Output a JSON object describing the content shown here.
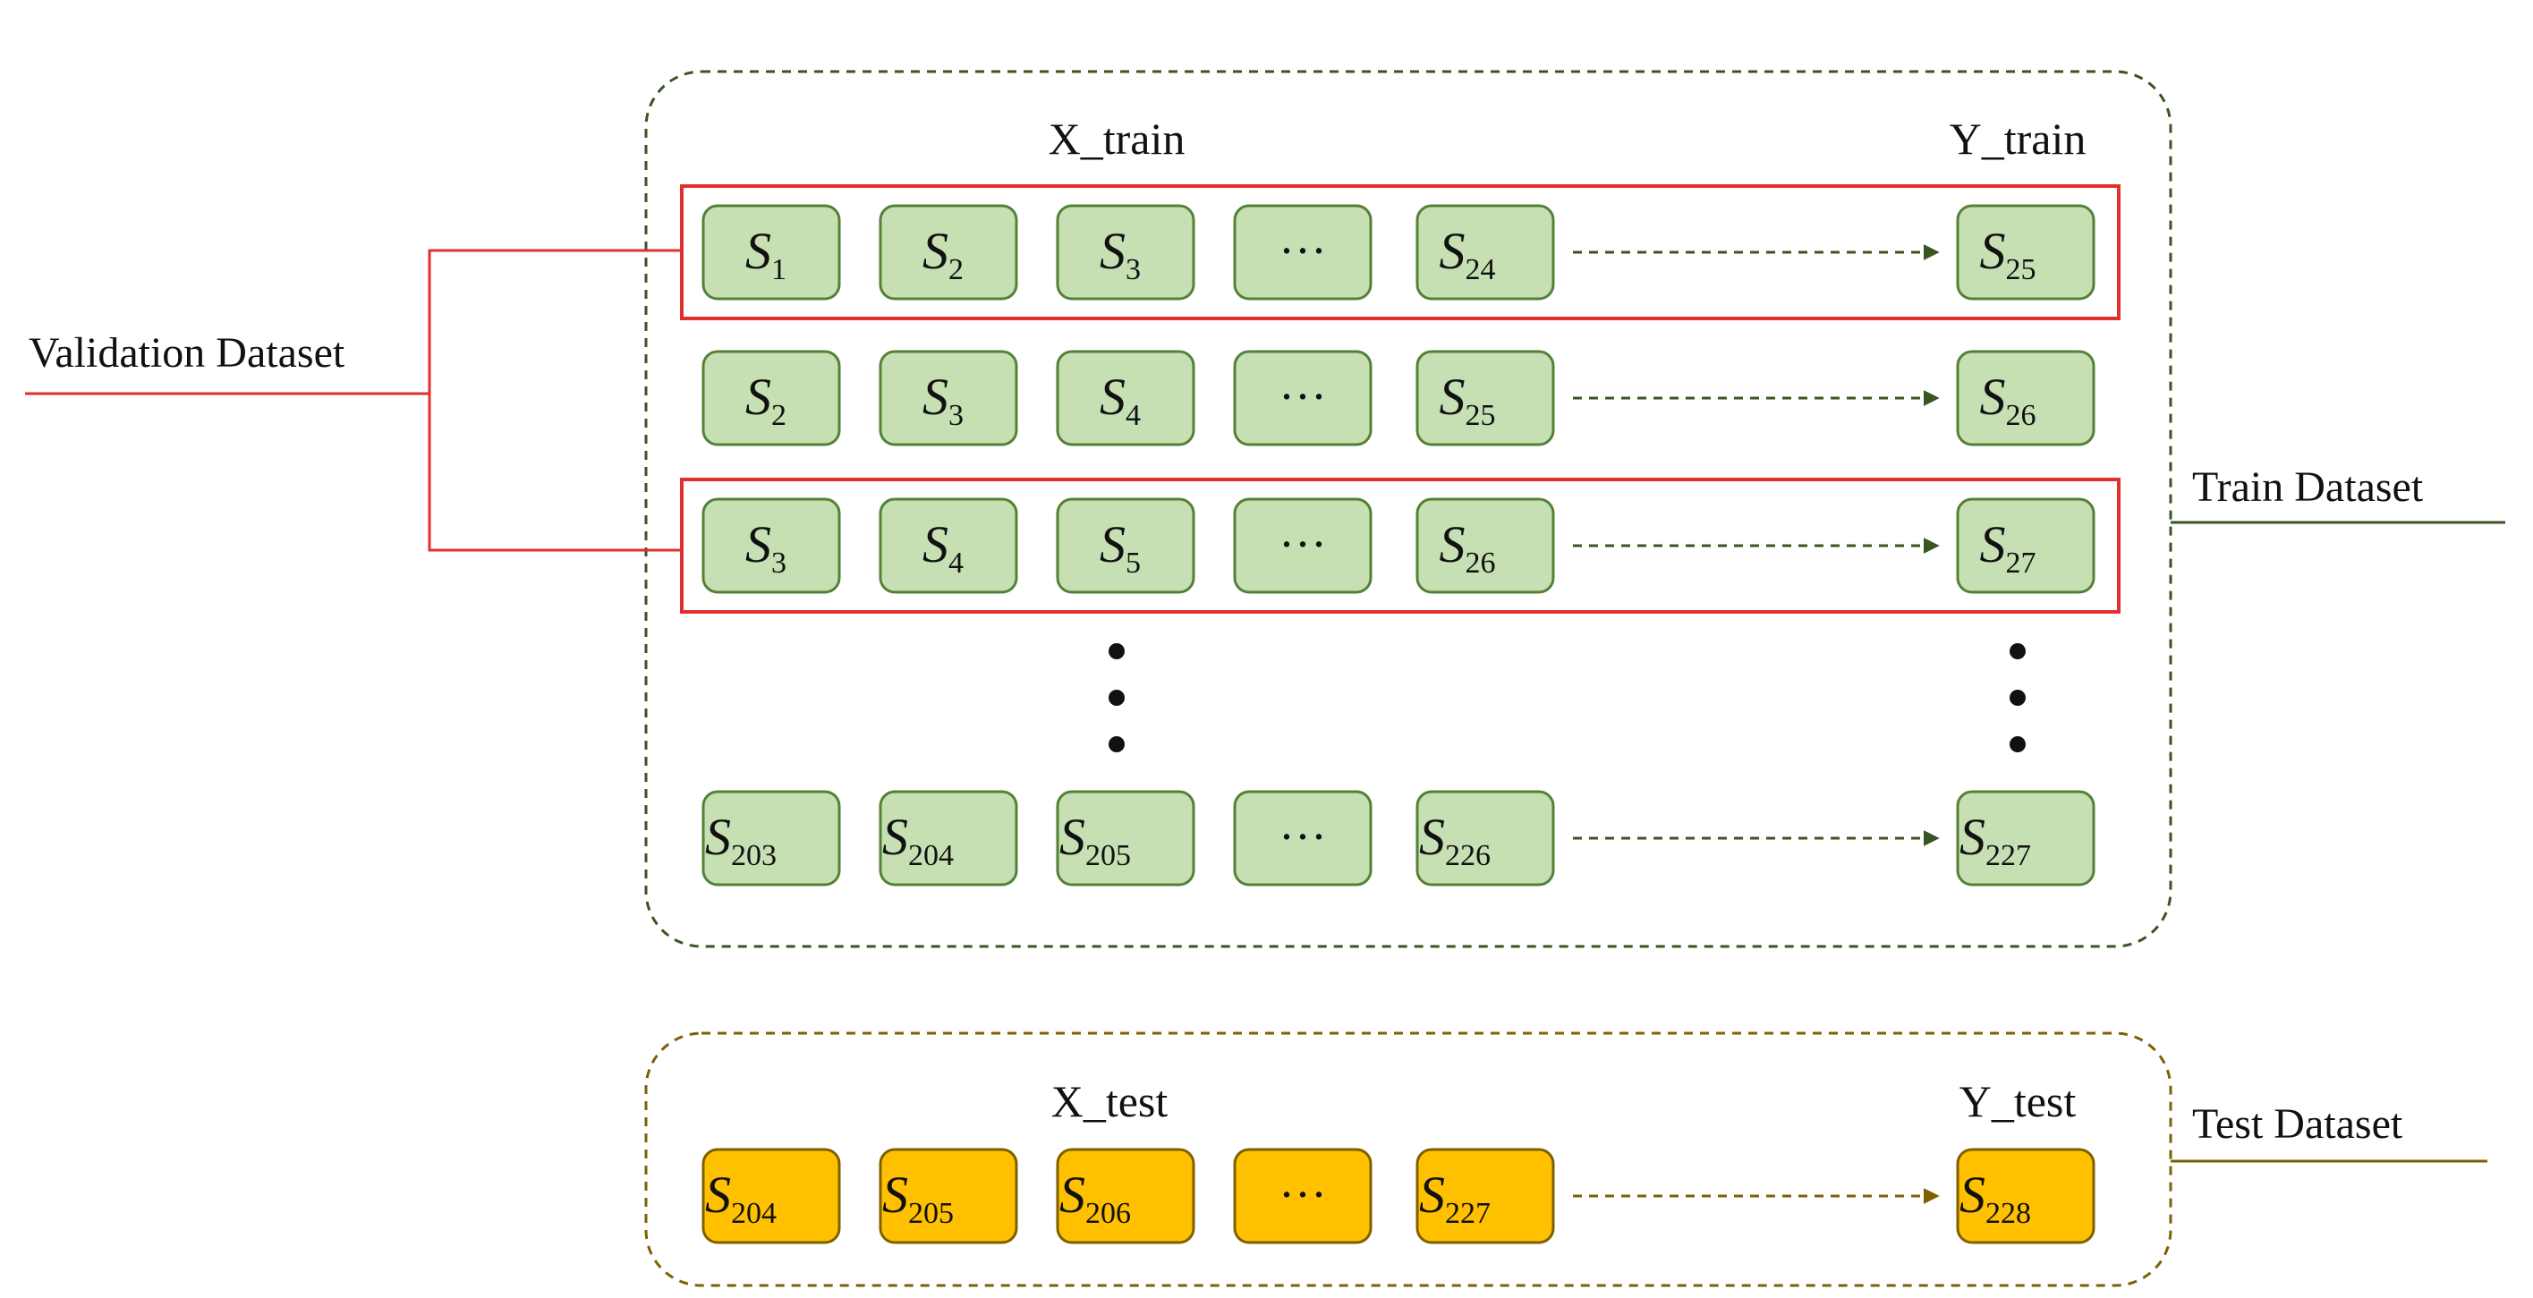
{
  "labels": {
    "validation": "Validation Dataset",
    "train": "Train Dataset",
    "test": "Test Dataset",
    "x_train": "X_train",
    "y_train": "Y_train",
    "x_test": "X_test",
    "y_test": "Y_test"
  },
  "symbol": "S",
  "ellipsis": "···",
  "train_rows": [
    {
      "inputs": [
        "1",
        "2",
        "3",
        "24"
      ],
      "target": "25",
      "validation": true
    },
    {
      "inputs": [
        "2",
        "3",
        "4",
        "25"
      ],
      "target": "26",
      "validation": false
    },
    {
      "inputs": [
        "3",
        "4",
        "5",
        "26"
      ],
      "target": "27",
      "validation": true
    },
    {
      "inputs": [
        "203",
        "204",
        "205",
        "226"
      ],
      "target": "227",
      "validation": false
    }
  ],
  "test_row": {
    "inputs": [
      "204",
      "205",
      "206",
      "227"
    ],
    "target": "228"
  },
  "colors": {
    "train_fill": "#c6e0b4",
    "train_stroke": "#538135",
    "test_fill": "#ffc000",
    "test_stroke": "#7f6000",
    "validation_stroke": "#e0302c",
    "train_container": "#375623",
    "test_container": "#7f6000"
  }
}
